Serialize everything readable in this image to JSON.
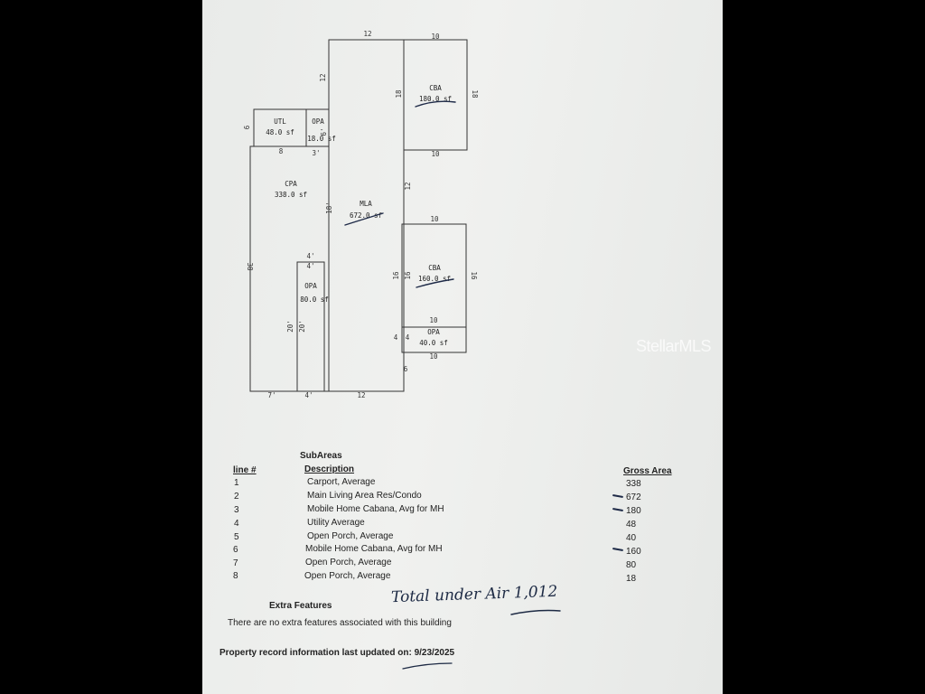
{
  "sketch": {
    "areas": [
      {
        "code": "CBA",
        "area": "180.0 sf"
      },
      {
        "code": "UTL",
        "area": "48.0 sf"
      },
      {
        "code": "OPA",
        "area": "18.0 sf"
      },
      {
        "code": "CPA",
        "area": "338.0 sf"
      },
      {
        "code": "MLA",
        "area": "672.0 sf"
      },
      {
        "code": "CBA",
        "area": "160.0 sf"
      },
      {
        "code": "OPA",
        "area": "80.0 sf"
      },
      {
        "code": "OPA",
        "area": "40.0 sf"
      }
    ],
    "dims": [
      "12",
      "10",
      "12",
      "18",
      "18",
      "10",
      "6",
      "6'",
      "8",
      "3'",
      "18'",
      "12",
      "10",
      "38",
      "4'",
      "4'",
      "16",
      "16",
      "16",
      "10",
      "4",
      "4",
      "10",
      "20'",
      "20'",
      "6",
      "7'",
      "4'",
      "12"
    ]
  },
  "watermark": "StellarMLS",
  "subareas": {
    "title": "SubAreas",
    "headers": {
      "line": "line #",
      "description": "Description",
      "gross": "Gross Area"
    },
    "rows": [
      {
        "line": "1",
        "description": "Carport, Average",
        "gross": "338"
      },
      {
        "line": "2",
        "description": "Main Living Area Res/Condo",
        "gross": "672"
      },
      {
        "line": "3",
        "description": "Mobile Home Cabana, Avg for MH",
        "gross": "180"
      },
      {
        "line": "4",
        "description": "Utility Average",
        "gross": "48"
      },
      {
        "line": "5",
        "description": "Open Porch, Average",
        "gross": "40"
      },
      {
        "line": "6",
        "description": "Mobile Home Cabana, Avg for MH",
        "gross": "160"
      },
      {
        "line": "7",
        "description": "Open Porch, Average",
        "gross": "80"
      },
      {
        "line": "8",
        "description": "Open Porch, Average",
        "gross": "18"
      }
    ]
  },
  "handwritten_total": "Total under Air 1,012",
  "extra_features": {
    "title": "Extra Features",
    "text": "There are no extra features associated with this building"
  },
  "updated": "Property record information last updated on: 9/23/2025"
}
